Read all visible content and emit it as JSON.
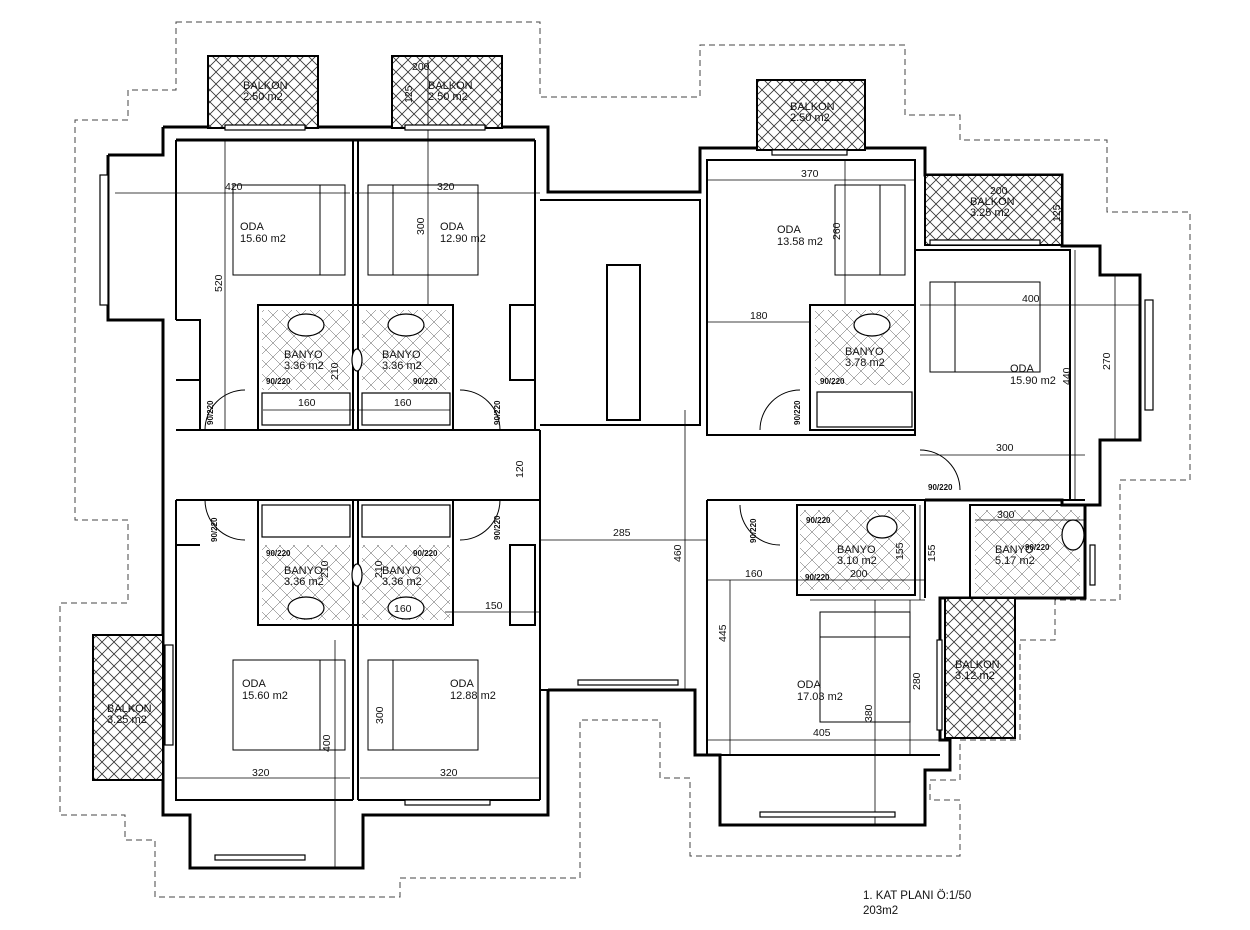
{
  "plan": {
    "title": "1. KAT PLANI Ö:1/50",
    "area": "203m2"
  },
  "rooms": [
    {
      "id": "oda-nw",
      "name": "ODA",
      "area": "15.60 m2"
    },
    {
      "id": "oda-n",
      "name": "ODA",
      "area": "12.90 m2"
    },
    {
      "id": "oda-ne",
      "name": "ODA",
      "area": "13.58 m2"
    },
    {
      "id": "oda-e",
      "name": "ODA",
      "area": "15.90 m2"
    },
    {
      "id": "oda-sw",
      "name": "ODA",
      "area": "15.60 m2"
    },
    {
      "id": "oda-s",
      "name": "ODA",
      "area": "12.88 m2"
    },
    {
      "id": "oda-se",
      "name": "ODA",
      "area": "17.03 m2"
    },
    {
      "id": "banyo-1",
      "name": "BANYO",
      "area": "3.36 m2"
    },
    {
      "id": "banyo-2",
      "name": "BANYO",
      "area": "3.36 m2"
    },
    {
      "id": "banyo-3",
      "name": "BANYO",
      "area": "3.78 m2"
    },
    {
      "id": "banyo-4",
      "name": "BANYO",
      "area": "3.36 m2"
    },
    {
      "id": "banyo-5",
      "name": "BANYO",
      "area": "3.36 m2"
    },
    {
      "id": "banyo-6",
      "name": "BANYO",
      "area": "3.10 m2"
    },
    {
      "id": "banyo-7",
      "name": "BANYO",
      "area": "5.17 m2"
    },
    {
      "id": "balkon-1",
      "name": "BALKON",
      "area": "2.50 m2"
    },
    {
      "id": "balkon-2",
      "name": "BALKON",
      "area": "2.50 m2"
    },
    {
      "id": "balkon-3",
      "name": "BALKON",
      "area": "2.50 m2"
    },
    {
      "id": "balkon-4",
      "name": "BALKON",
      "area": "3.25 m2"
    },
    {
      "id": "balkon-5",
      "name": "BALKON",
      "area": "3.12 m2"
    },
    {
      "id": "balkon-6",
      "name": "BALKON",
      "area": "3.25 m2"
    }
  ],
  "dimensions": [
    "420",
    "320",
    "520",
    "300",
    "160",
    "160",
    "210",
    "370",
    "260",
    "180",
    "400",
    "270",
    "440",
    "300",
    "285",
    "460",
    "150",
    "160",
    "200",
    "155",
    "155",
    "300",
    "445",
    "380",
    "280",
    "405",
    "320",
    "320",
    "400",
    "300",
    "210",
    "210",
    "160",
    "200",
    "125",
    "200",
    "125",
    "120"
  ],
  "doors": [
    "90/220",
    "90/220",
    "90/220",
    "90/220",
    "90/220",
    "90/220",
    "90/220",
    "90/220",
    "90/220",
    "90/220",
    "90/220",
    "90/220",
    "90/220",
    "90/220",
    "90/220"
  ],
  "colors": {
    "wall": "#000000",
    "hatch": "#333333",
    "dashed": "#444444",
    "background": "#ffffff"
  }
}
